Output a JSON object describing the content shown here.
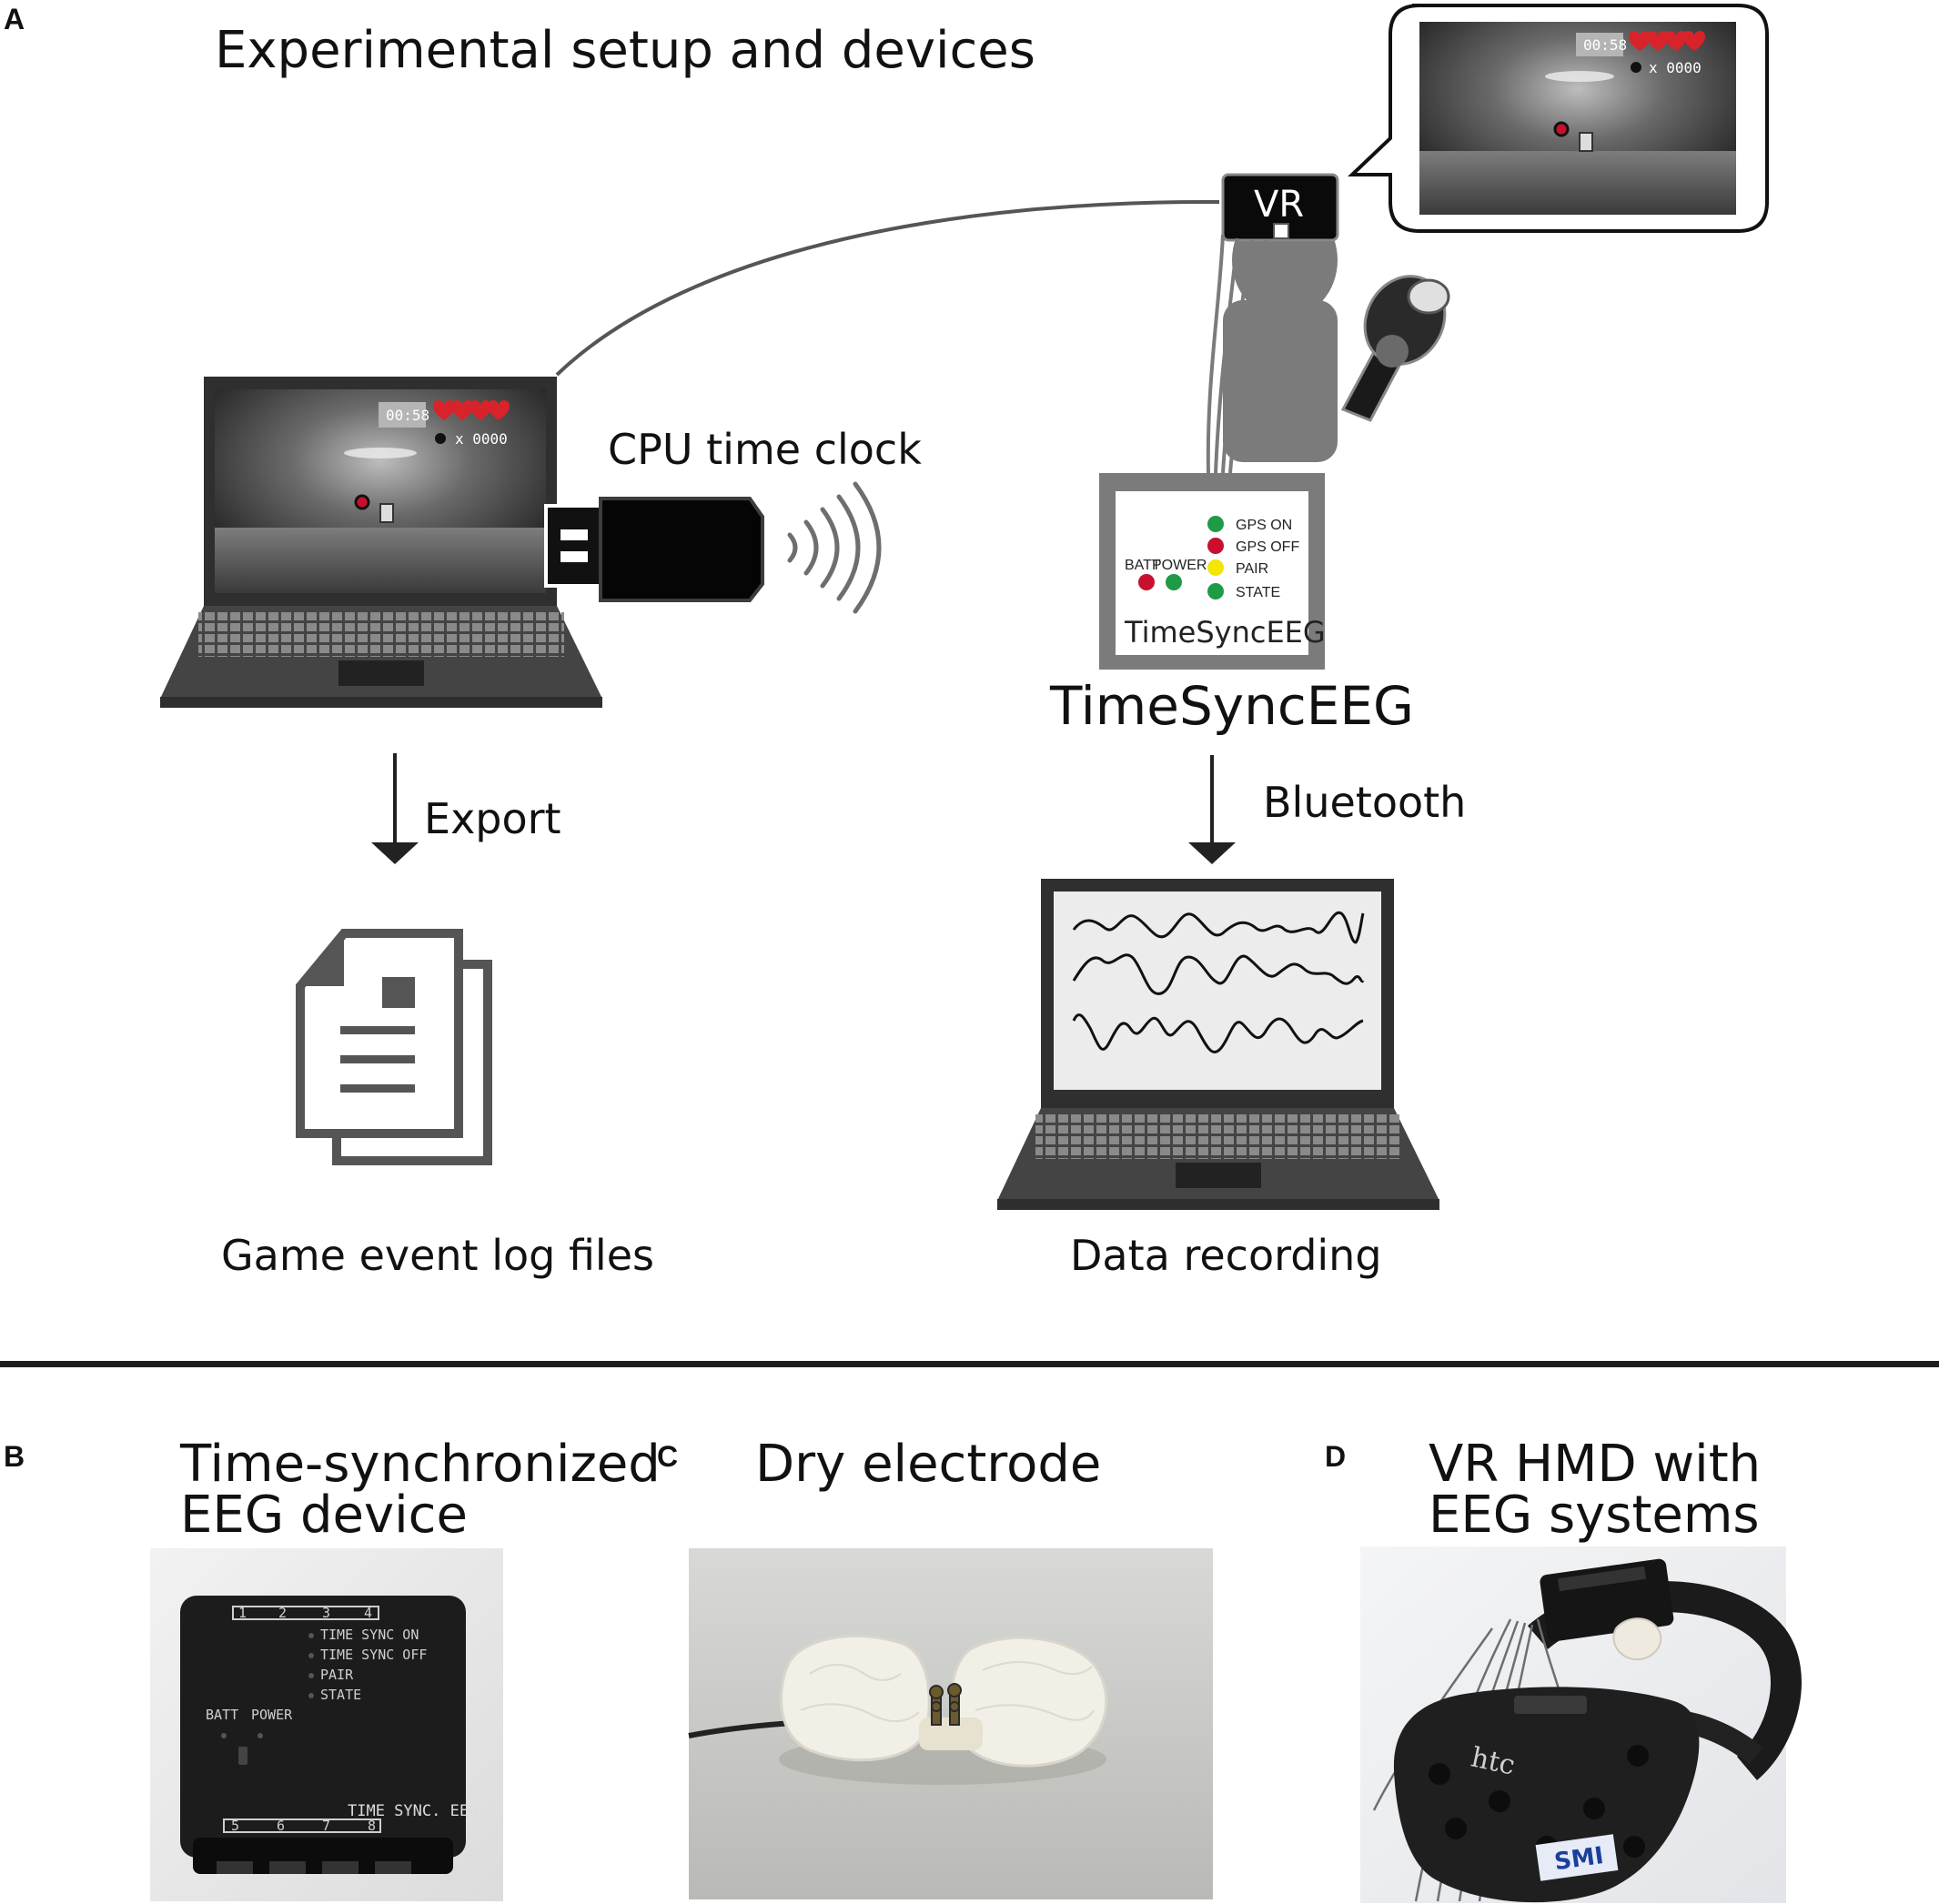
{
  "panels": {
    "a": {
      "letter": "A",
      "title": "Experimental setup and devices",
      "cpu_clock_label": "CPU time clock",
      "vr_label": "VR",
      "timesynceeg_label": "TimeSyncEEG",
      "box_brand": "TimeSyncEEG",
      "box_leds": {
        "gps_on": "GPS ON",
        "gps_off": "GPS OFF",
        "pair": "PAIR",
        "state": "STATE",
        "batt": "BATT",
        "power": "POWER"
      },
      "export_label": "Export",
      "bluetooth_label": "Bluetooth",
      "log_files_label": "Game event log files",
      "data_recording_label": "Data recording",
      "game_hud": {
        "timer": "00:58",
        "count": "x 0000"
      }
    },
    "b": {
      "letter": "B",
      "title_line1": "Time-synchronized",
      "title_line2": "EEG device",
      "device_text": {
        "time_sync_on": "TIME SYNC ON",
        "time_sync_off": "TIME SYNC OFF",
        "pair": "PAIR",
        "state": "STATE",
        "batt": "BATT",
        "power": "POWER",
        "brand": "TIME SYNC. EEG",
        "ports_top": [
          "1",
          "2",
          "3",
          "4"
        ],
        "ports_bottom": [
          "5",
          "6",
          "7",
          "8"
        ]
      }
    },
    "c": {
      "letter": "C",
      "title": "Dry electrode"
    },
    "d": {
      "letter": "D",
      "title_line1": "VR HMD with",
      "title_line2": "EEG systems",
      "hmd_brand": "htc",
      "tracker_brand": "SMI"
    }
  },
  "colors": {
    "dark_gray": "#3d3d3d",
    "mid_gray": "#7b7b7b",
    "light_gray": "#9a9a9a",
    "led_green": "#1f9a46",
    "led_red": "#c8102e",
    "led_yellow": "#f3e600",
    "heart_red": "#d8232a"
  }
}
